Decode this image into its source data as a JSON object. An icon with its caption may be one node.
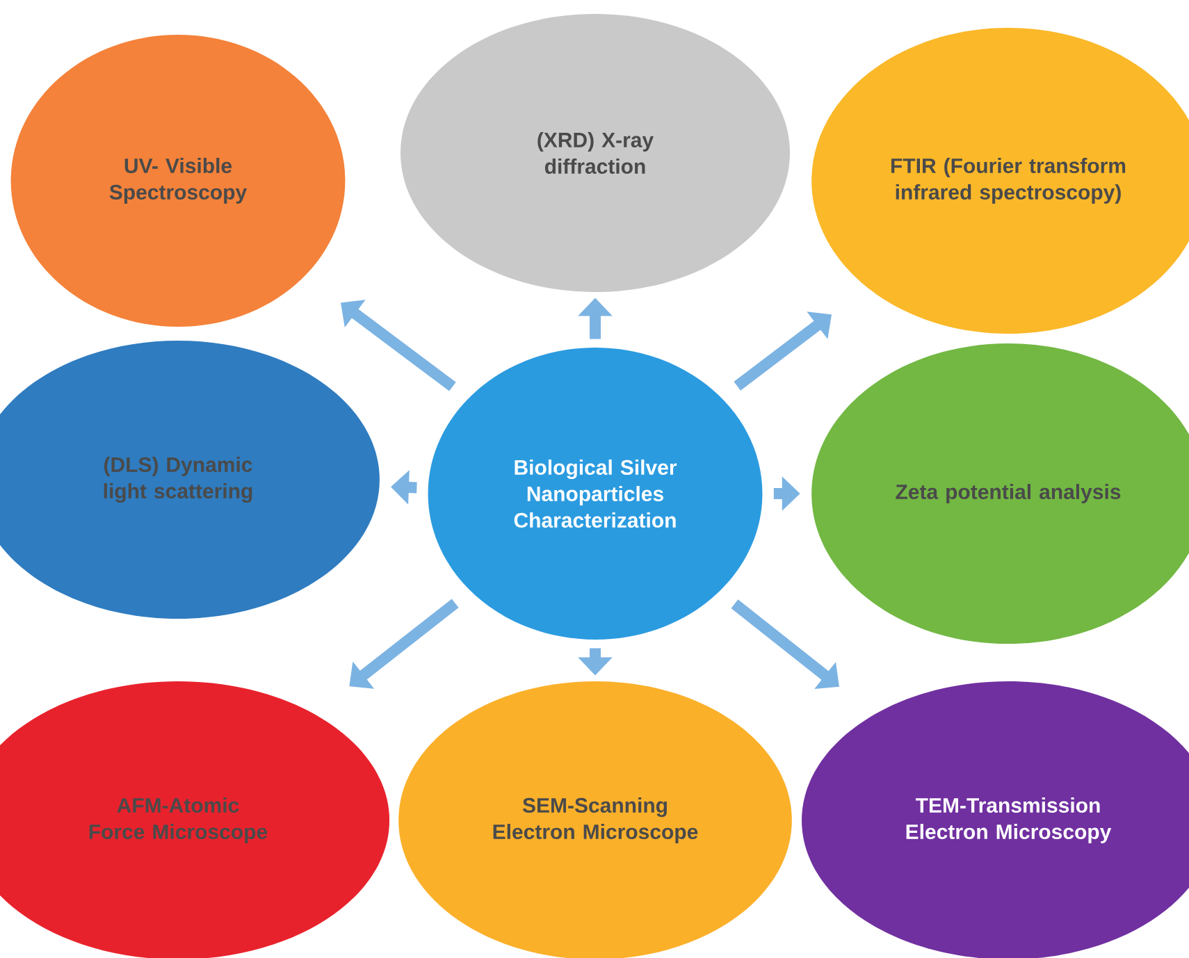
{
  "diagram": {
    "nodes": [
      {
        "text": [
          "UV- Visible Spectroscopy"
        ]
      },
      {
        "text": [
          "(XRD) X-ray diffraction"
        ]
      },
      {
        "text": [
          "FTIR (Fourier transform infrared spectroscopy)"
        ]
      },
      {
        "text": [
          "(DLS) Dynamic light scattering"
        ]
      },
      {
        "text": [
          "Biological Silver Nanoparticles Characterization"
        ]
      },
      {
        "text": [
          "Zeta potential analysis"
        ]
      },
      {
        "text": [
          "AFM-Atomic Force Microscope"
        ]
      },
      {
        "text": [
          "SEM-Scanning Electron Microscope"
        ]
      },
      {
        "text": [
          "TEM-Transmission Electron Microscopy"
        ]
      }
    ],
    "edges": [
      {
        "from": 4,
        "to": 0,
        "arrow": "to"
      },
      {
        "from": 4,
        "to": 1,
        "arrow": "to"
      },
      {
        "from": 4,
        "to": 2,
        "arrow": "to"
      },
      {
        "from": 4,
        "to": 3,
        "arrow": "to"
      },
      {
        "from": 4,
        "to": 5,
        "arrow": "to"
      },
      {
        "from": 4,
        "to": 6,
        "arrow": "to"
      },
      {
        "from": 4,
        "to": 7,
        "arrow": "to"
      },
      {
        "from": 4,
        "to": 8,
        "arrow": "to"
      }
    ]
  }
}
